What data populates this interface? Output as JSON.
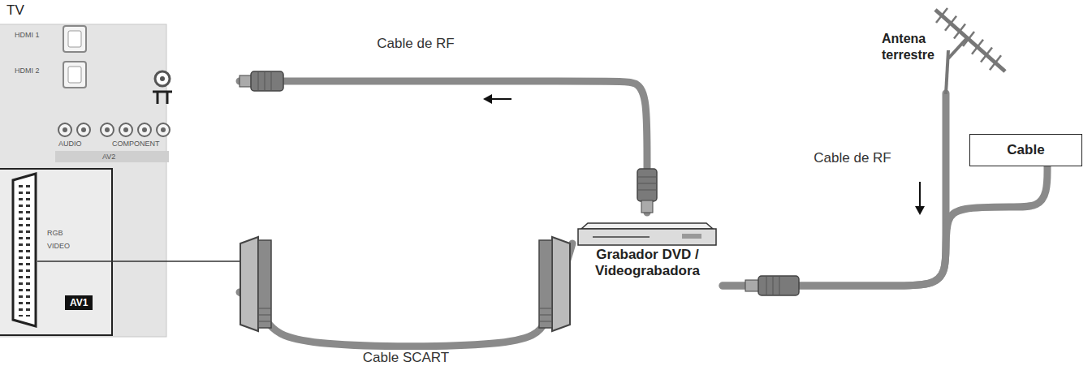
{
  "diagram": {
    "nodes": [
      {
        "text": [
          "TV"
        ]
      },
      {
        "text": [
          "AV1"
        ],
        "in": 0
      },
      {
        "text": [
          "Antena terrestre"
        ]
      },
      {
        "text": [
          "Cable"
        ]
      },
      {
        "text": [
          "Grabador DVD / Videograbadora"
        ]
      }
    ],
    "edges": [
      {
        "from": 4,
        "to": 0,
        "arrow": "none",
        "label": "Cable de RF"
      },
      {
        "from": 4,
        "to": 0,
        "arrow": "none",
        "label": "Cable SCART"
      },
      {
        "from": 2,
        "to": 4,
        "arrow": "none",
        "label": "Cable de RF"
      },
      {
        "from": 3,
        "to": 4,
        "arrow": "none"
      }
    ],
    "labels": [
      "HDMI 1",
      "HDMI 2",
      "AUDIO",
      "COMPONENT",
      "AV2",
      "RGB",
      "VIDEO"
    ]
  }
}
